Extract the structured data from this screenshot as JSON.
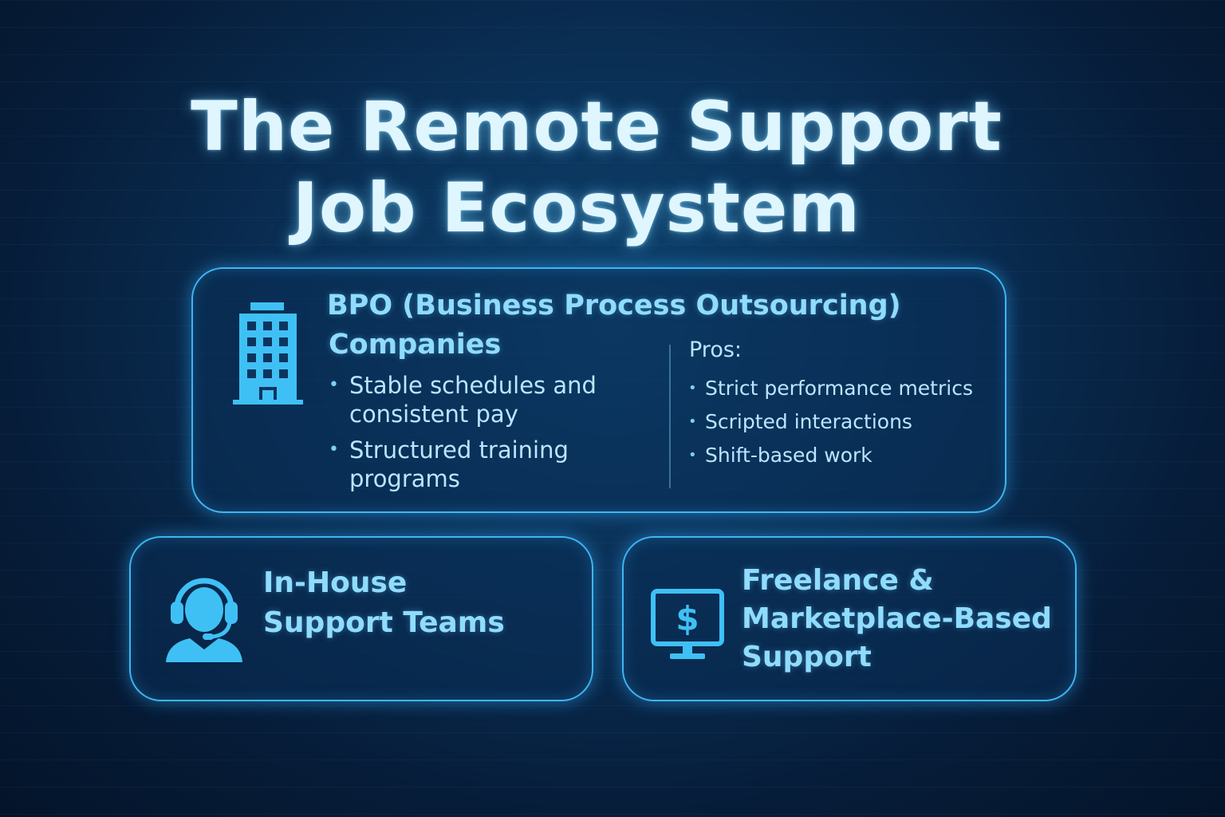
{
  "title": {
    "line1": "The Remote Support",
    "line2": "Job Ecosystem"
  },
  "colors": {
    "accent": "#3fb6f2",
    "heading": "#8fdcff",
    "background": "#0a2f55"
  },
  "bpo_card": {
    "icon": "office-building-icon",
    "heading_line1": "BPO (Business Process Outsourcing)",
    "heading_line2": "Companies",
    "left_bullets": [
      "Stable schedules and consistent pay",
      "Structured training programs"
    ],
    "pros_label": "Pros:",
    "right_bullets": [
      "Strict performance metrics",
      "Scripted interactions",
      "Shift-based work"
    ]
  },
  "inhouse_card": {
    "icon": "headset-agent-icon",
    "heading_line1": "In-House",
    "heading_line2": "Support Teams"
  },
  "freelance_card": {
    "icon": "monitor-dollar-icon",
    "heading_line1": "Freelance &",
    "heading_line2": "Marketplace-Based",
    "heading_line3": "Support"
  }
}
